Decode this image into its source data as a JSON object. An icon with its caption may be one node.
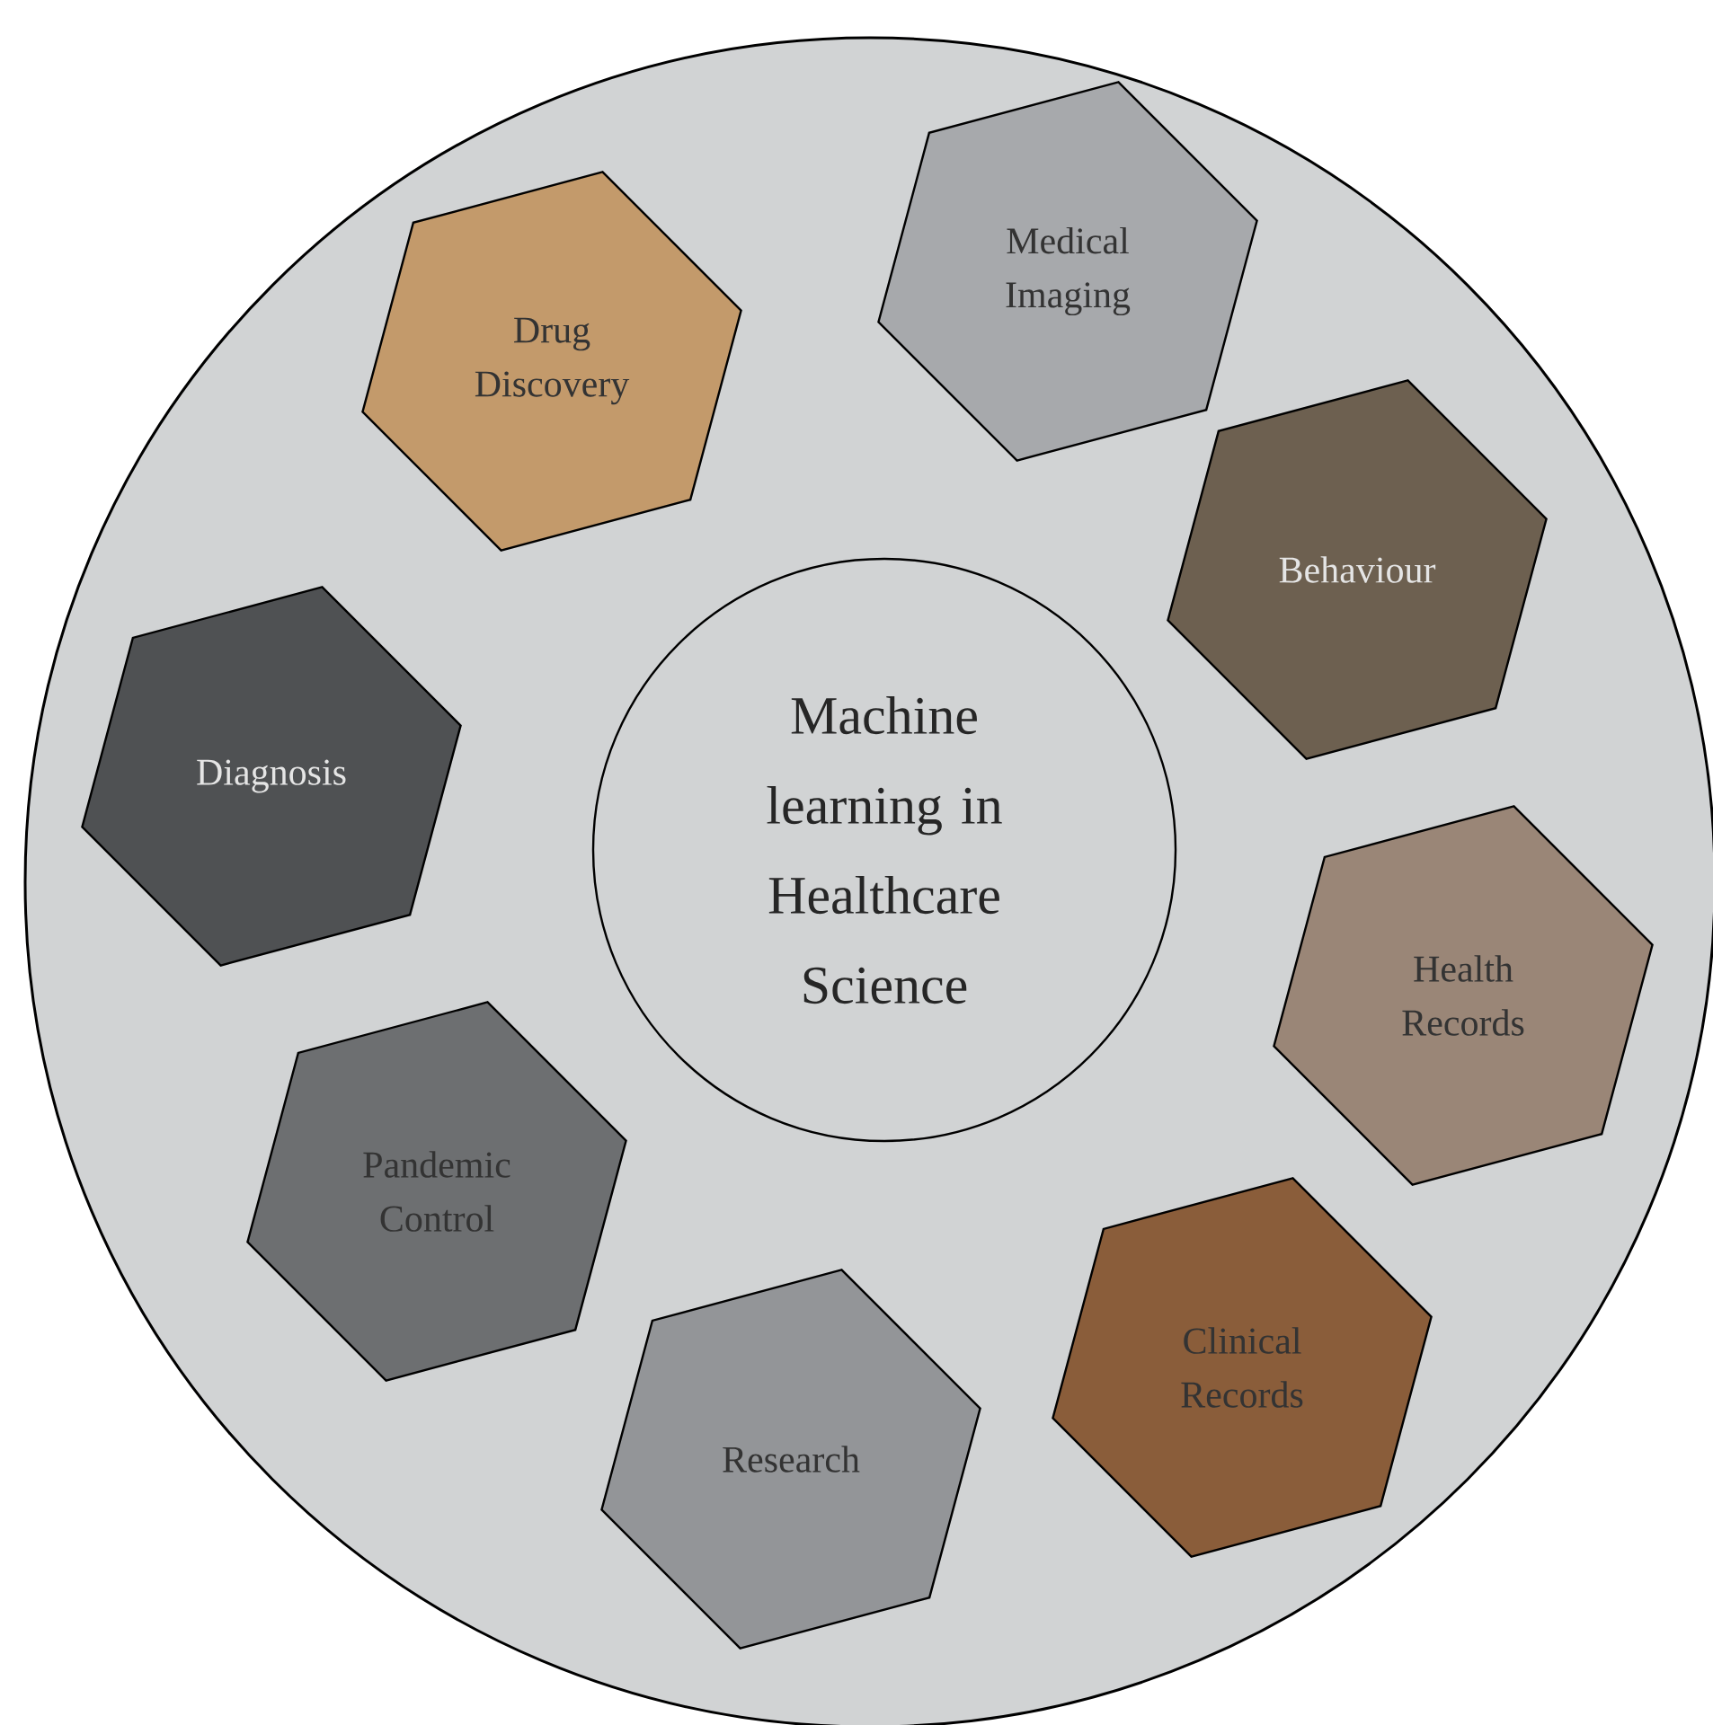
{
  "diagram": {
    "nodes": [
      {
        "text": [],
        "shape": "circle"
      },
      {
        "text": [
          "Machine learning in Healthcare Science"
        ],
        "in": 0
      },
      {
        "text": [
          "Drug Discovery"
        ],
        "in": 0
      },
      {
        "text": [
          "Medical Imaging"
        ],
        "in": 0
      },
      {
        "text": [
          "Behaviour"
        ],
        "in": 0
      },
      {
        "text": [
          "Health Records"
        ],
        "in": 0
      },
      {
        "text": [
          "Clinical Records"
        ],
        "in": 0
      },
      {
        "text": [
          "Research"
        ],
        "in": 0
      },
      {
        "text": [
          "Pandemic Control"
        ],
        "in": 0
      },
      {
        "text": [
          "Diagnosis"
        ],
        "in": 0
      }
    ]
  }
}
